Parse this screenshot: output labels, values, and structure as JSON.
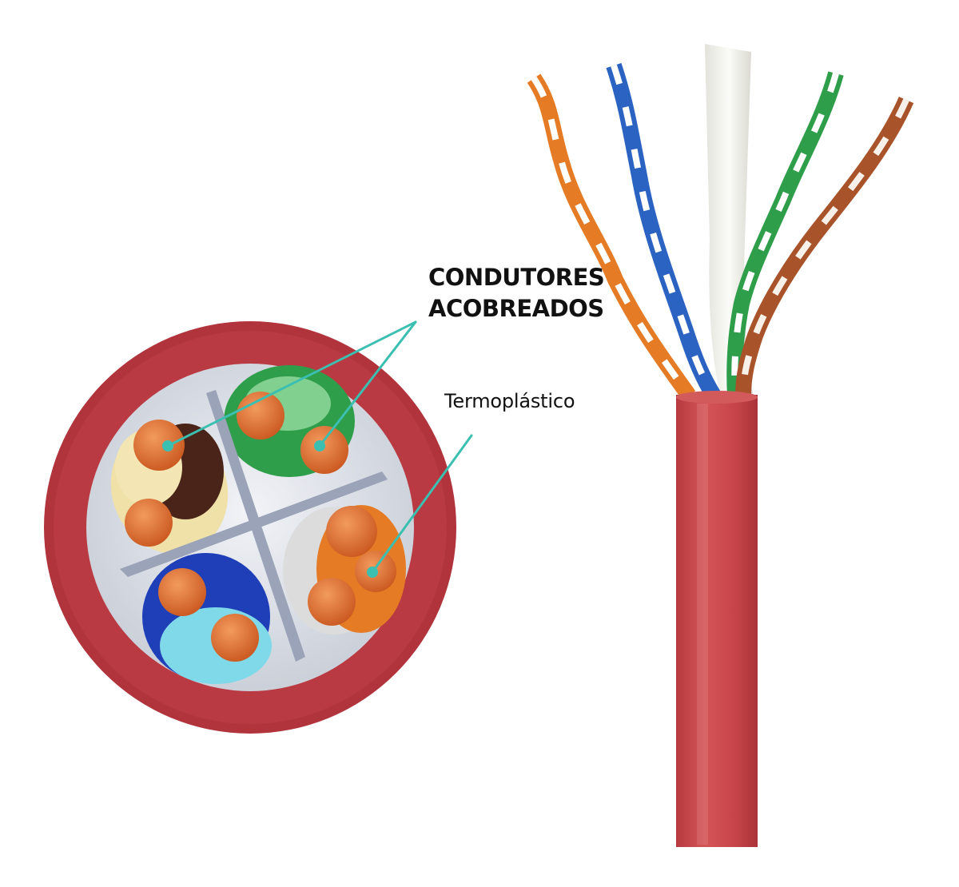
{
  "labels": {
    "conductors_line1": "CONDUTORES",
    "conductors_line2": "ACOBREADOS",
    "insulation": "Termoplástico"
  },
  "colors": {
    "jacket": "#c9464a",
    "jacket_dark": "#a8323a",
    "callout_line": "#3bbfb1",
    "copper": "#e0763a",
    "pair_orange": "#e57b25",
    "pair_blue": "#2a63c2",
    "pair_green": "#2f9e4b",
    "pair_brown": "#a9532a",
    "separator_core": "#f2f2ef"
  }
}
